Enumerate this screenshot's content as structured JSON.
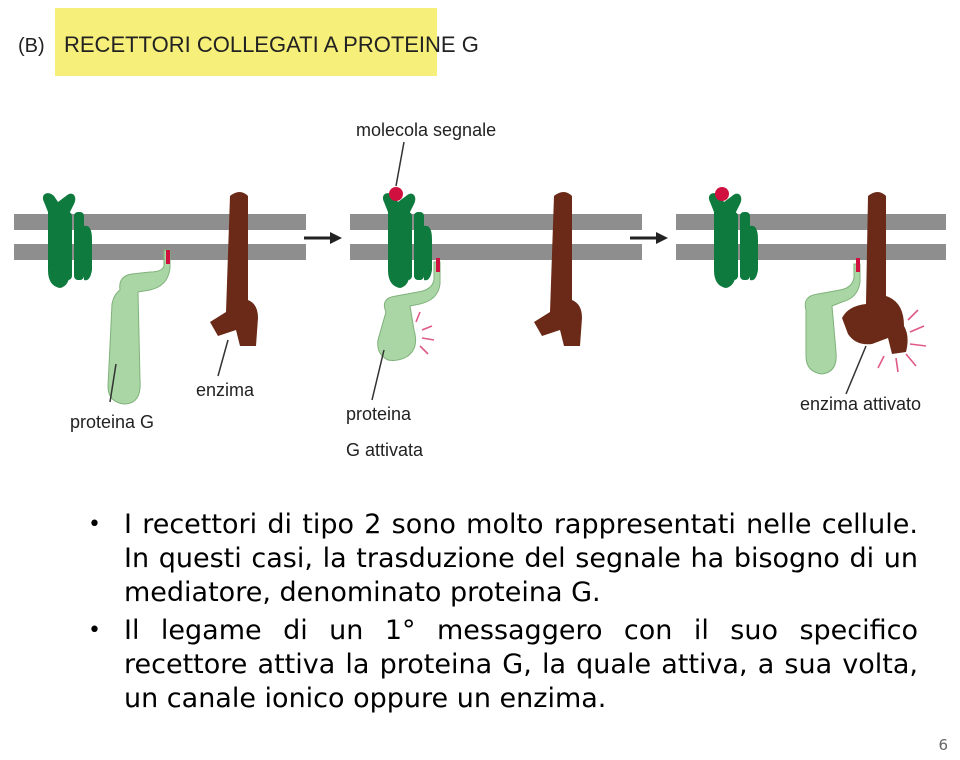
{
  "diagram": {
    "panel_tag": "(B)",
    "title": "RECETTORI COLLEGATI A PROTEINE G",
    "labels": {
      "signal_molecule": "molecola segnale",
      "g_protein": "proteina G",
      "enzyme": "enzima",
      "activated_g_protein_line1": "proteina",
      "activated_g_protein_line2": "G attivata",
      "activated_enzyme": "enzima attivato"
    },
    "colors": {
      "title_highlight": "#f6ef7a",
      "membrane": "#8e8e8e",
      "receptor": "#0f7a3e",
      "g_protein": "#a9d6a4",
      "enzyme": "#6b2a17",
      "signal": "#d0113f"
    }
  },
  "bullets": [
    {
      "text": "I recettori di tipo 2 sono molto rappresentati nelle cellule. In questi casi, la trasduzione del segnale ha bisogno di un mediatore, denominato proteina G."
    },
    {
      "text": "Il legame di un 1° messaggero con il suo specifico recettore attiva la proteina G, la quale attiva, a sua volta, un canale ionico oppure un enzima."
    }
  ],
  "slide_number": "6"
}
